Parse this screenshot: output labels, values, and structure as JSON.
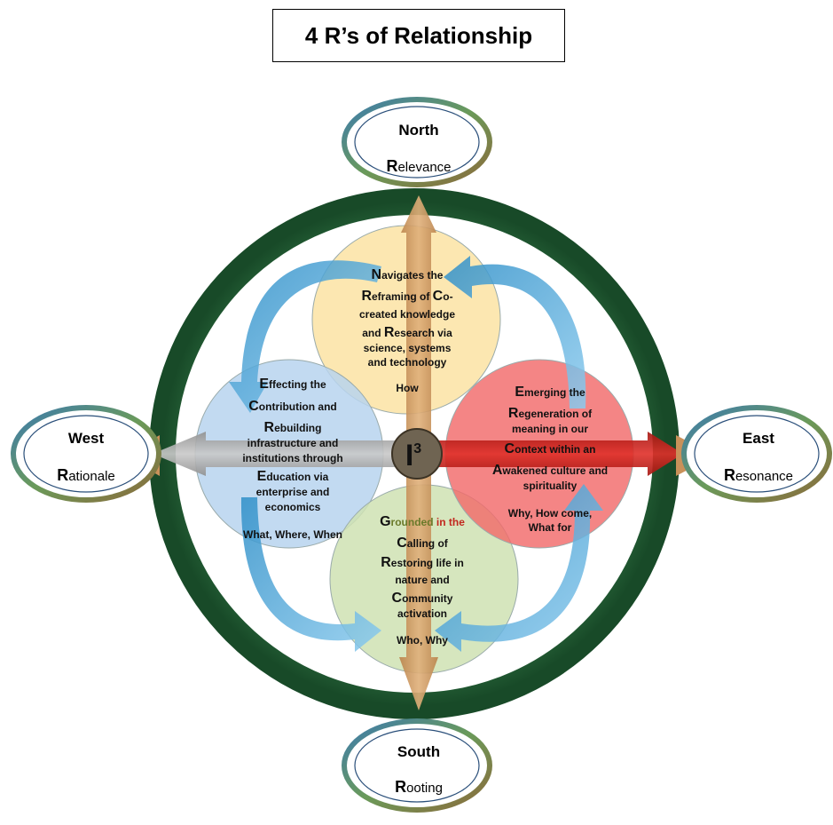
{
  "title": "4 R’s of Relationship",
  "center": {
    "letter": "I",
    "superscript": "3"
  },
  "directions": {
    "north": {
      "heading": "North",
      "initial": "R",
      "rest": "elevance"
    },
    "west": {
      "heading": "West",
      "initial": "R",
      "rest": "ationale"
    },
    "east": {
      "heading": "East",
      "initial": "R",
      "rest": "esonance"
    },
    "south": {
      "heading": "South",
      "initial": "R",
      "rest": "ooting"
    }
  },
  "petals": {
    "north": {
      "color": "#fbe3a3",
      "lines": [
        [
          [
            "N",
            "navigates the"
          ],
          [
            "",
            "Navigates the"
          ]
        ],
        []
      ]
    }
  },
  "north_text": {
    "l1": {
      "cap": "N",
      "rest": "avigates the"
    },
    "l2": {
      "cap": "R",
      "rest": "eframing of ",
      "cap2": "C",
      "rest2": "o-"
    },
    "l3": "created knowledge",
    "l4": {
      "pre": "and ",
      "cap": "R",
      "rest": "esearch via"
    },
    "l5": "science, systems",
    "l6": "and technology",
    "q": "How"
  },
  "west_text": {
    "l1": {
      "cap": "E",
      "rest": "ffecting the"
    },
    "l2": {
      "cap": "C",
      "rest": "ontribution and"
    },
    "l3": {
      "cap": "R",
      "rest": "ebuilding"
    },
    "l4": "infrastructure and",
    "l5": "institutions through",
    "l6": {
      "cap": "E",
      "rest": "ducation via"
    },
    "l7": "enterprise and",
    "l8": "economics",
    "q": "What, Where, When"
  },
  "east_text": {
    "l1": {
      "cap": "E",
      "rest": "merging the"
    },
    "l2": {
      "cap": "R",
      "rest": "egeneration of"
    },
    "l3": "meaning in our",
    "l4": {
      "cap": "C",
      "rest": "ontext within an"
    },
    "l5": {
      "cap": "A",
      "rest": "wakened culture and"
    },
    "l6": "spirituality",
    "q1": "Why, How come,",
    "q2": "What for"
  },
  "south_text": {
    "l1": {
      "cap": "G",
      "rest": "rounded",
      "tail": " in the"
    },
    "l2": {
      "cap": "C",
      "rest": "alling of"
    },
    "l3": {
      "cap": "R",
      "rest": "estoring life in"
    },
    "l4": "nature and",
    "l5": {
      "cap": "C",
      "rest": "ommunity"
    },
    "l6": "activation",
    "q": "Who, Why"
  },
  "colors": {
    "ring": "#1f5a32",
    "north_petal": "#fbe3a3",
    "west_petal": "#b7d3ee",
    "east_petal": "#f26a6a",
    "south_petal": "#cfe2b3",
    "arrow_blue": "#4aa5d8",
    "arrow_sand": "#c9915a",
    "arrow_red": "#c0201a"
  }
}
